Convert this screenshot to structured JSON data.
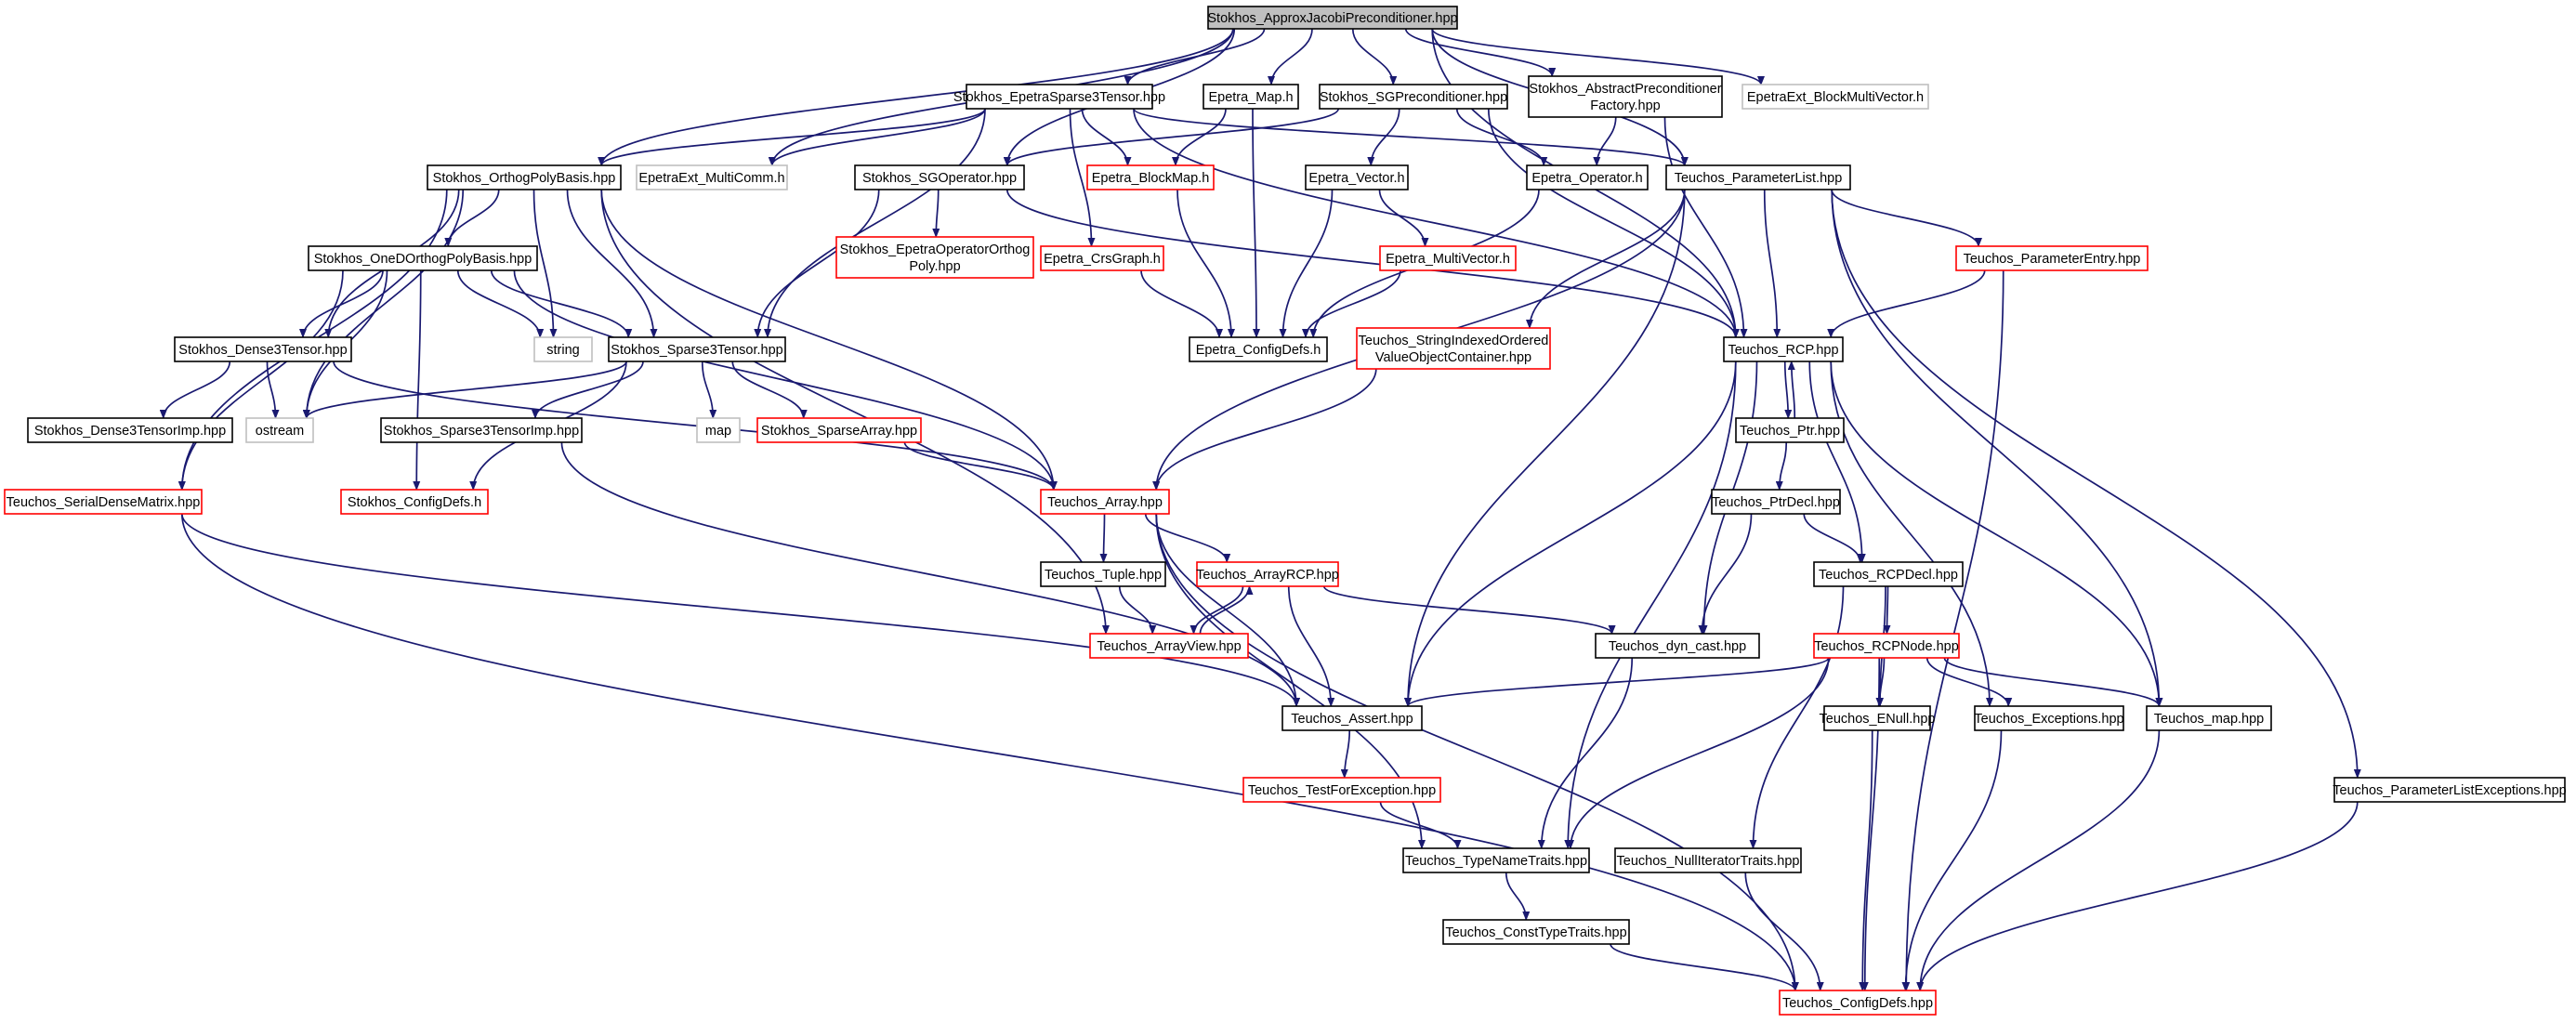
{
  "colors": {
    "edge": "#191970",
    "border_normal": "#000000",
    "border_truncated": "#ff0000",
    "border_external": "#bfbfbf",
    "root_fill": "#bfbfbf"
  },
  "nodes": {
    "root": {
      "lines": [
        "Stokhos_ApproxJacobiPreconditioner.hpp"
      ],
      "kind": "root"
    },
    "epetra_sparse3": {
      "lines": [
        "Stokhos_EpetraSparse3Tensor.hpp"
      ],
      "kind": "normal"
    },
    "epetra_map": {
      "lines": [
        "Epetra_Map.h"
      ],
      "kind": "normal"
    },
    "sg_precond": {
      "lines": [
        "Stokhos_SGPreconditioner.hpp"
      ],
      "kind": "normal"
    },
    "abstract_precond": {
      "lines": [
        "Stokhos_AbstractPreconditioner",
        "Factory.hpp"
      ],
      "kind": "normal"
    },
    "epetraext_blockmv": {
      "lines": [
        "EpetraExt_BlockMultiVector.h"
      ],
      "kind": "external"
    },
    "orthog_basis": {
      "lines": [
        "Stokhos_OrthogPolyBasis.hpp"
      ],
      "kind": "normal"
    },
    "epetraext_multicomm": {
      "lines": [
        "EpetraExt_MultiComm.h"
      ],
      "kind": "external"
    },
    "sg_operator": {
      "lines": [
        "Stokhos_SGOperator.hpp"
      ],
      "kind": "normal"
    },
    "epetra_blockmap": {
      "lines": [
        "Epetra_BlockMap.h"
      ],
      "kind": "truncated"
    },
    "epetra_vector": {
      "lines": [
        "Epetra_Vector.h"
      ],
      "kind": "normal"
    },
    "epetra_operator": {
      "lines": [
        "Epetra_Operator.h"
      ],
      "kind": "normal"
    },
    "param_list": {
      "lines": [
        "Teuchos_ParameterList.hpp"
      ],
      "kind": "normal"
    },
    "oned_basis": {
      "lines": [
        "Stokhos_OneDOrthogPolyBasis.hpp"
      ],
      "kind": "normal"
    },
    "epetra_op_orthog": {
      "lines": [
        "Stokhos_EpetraOperatorOrthog",
        "Poly.hpp"
      ],
      "kind": "truncated"
    },
    "epetra_crsgraph": {
      "lines": [
        "Epetra_CrsGraph.h"
      ],
      "kind": "truncated"
    },
    "epetra_multivector": {
      "lines": [
        "Epetra_MultiVector.h"
      ],
      "kind": "truncated"
    },
    "param_entry": {
      "lines": [
        "Teuchos_ParameterEntry.hpp"
      ],
      "kind": "truncated"
    },
    "dense3tensor": {
      "lines": [
        "Stokhos_Dense3Tensor.hpp"
      ],
      "kind": "normal"
    },
    "string": {
      "lines": [
        "string"
      ],
      "kind": "external"
    },
    "sparse3tensor": {
      "lines": [
        "Stokhos_Sparse3Tensor.hpp"
      ],
      "kind": "normal"
    },
    "epetra_configdefs": {
      "lines": [
        "Epetra_ConfigDefs.h"
      ],
      "kind": "normal"
    },
    "string_indexed": {
      "lines": [
        "Teuchos_StringIndexedOrdered",
        "ValueObjectContainer.hpp"
      ],
      "kind": "truncated"
    },
    "rcp": {
      "lines": [
        "Teuchos_RCP.hpp"
      ],
      "kind": "normal"
    },
    "dense3tensorimp": {
      "lines": [
        "Stokhos_Dense3TensorImp.hpp"
      ],
      "kind": "normal"
    },
    "ostream": {
      "lines": [
        "ostream"
      ],
      "kind": "external"
    },
    "map": {
      "lines": [
        "map"
      ],
      "kind": "external"
    },
    "sparsearray": {
      "lines": [
        "Stokhos_SparseArray.hpp"
      ],
      "kind": "truncated"
    },
    "sparse3tensorimp": {
      "lines": [
        "Stokhos_Sparse3TensorImp.hpp"
      ],
      "kind": "normal"
    },
    "ptr": {
      "lines": [
        "Teuchos_Ptr.hpp"
      ],
      "kind": "normal"
    },
    "serial_dense": {
      "lines": [
        "Teuchos_SerialDenseMatrix.hpp"
      ],
      "kind": "truncated"
    },
    "stokhos_configdefs": {
      "lines": [
        "Stokhos_ConfigDefs.h"
      ],
      "kind": "truncated"
    },
    "array": {
      "lines": [
        "Teuchos_Array.hpp"
      ],
      "kind": "truncated"
    },
    "ptrdecl": {
      "lines": [
        "Teuchos_PtrDecl.hpp"
      ],
      "kind": "normal"
    },
    "tuple": {
      "lines": [
        "Teuchos_Tuple.hpp"
      ],
      "kind": "normal"
    },
    "arrayrcp": {
      "lines": [
        "Teuchos_ArrayRCP.hpp"
      ],
      "kind": "truncated"
    },
    "rcpdecl": {
      "lines": [
        "Teuchos_RCPDecl.hpp"
      ],
      "kind": "normal"
    },
    "arrayview": {
      "lines": [
        "Teuchos_ArrayView.hpp"
      ],
      "kind": "truncated"
    },
    "dyn_cast": {
      "lines": [
        "Teuchos_dyn_cast.hpp"
      ],
      "kind": "normal"
    },
    "rcpnode": {
      "lines": [
        "Teuchos_RCPNode.hpp"
      ],
      "kind": "truncated"
    },
    "assert": {
      "lines": [
        "Teuchos_Assert.hpp"
      ],
      "kind": "normal"
    },
    "enull": {
      "lines": [
        "Teuchos_ENull.hpp"
      ],
      "kind": "normal"
    },
    "exceptions": {
      "lines": [
        "Teuchos_Exceptions.hpp"
      ],
      "kind": "normal"
    },
    "tmap": {
      "lines": [
        "Teuchos_map.hpp"
      ],
      "kind": "normal"
    },
    "testforexc": {
      "lines": [
        "Teuchos_TestForException.hpp"
      ],
      "kind": "truncated"
    },
    "plist_exc": {
      "lines": [
        "Teuchos_ParameterListExceptions.hpp"
      ],
      "kind": "normal"
    },
    "typename": {
      "lines": [
        "Teuchos_TypeNameTraits.hpp"
      ],
      "kind": "normal"
    },
    "nulliter": {
      "lines": [
        "Teuchos_NullIteratorTraits.hpp"
      ],
      "kind": "normal"
    },
    "consttype": {
      "lines": [
        "Teuchos_ConstTypeTraits.hpp"
      ],
      "kind": "normal"
    },
    "teuchos_configdefs": {
      "lines": [
        "Teuchos_ConfigDefs.hpp"
      ],
      "kind": "truncated"
    }
  },
  "edges": [
    [
      "root",
      "orthog_basis"
    ],
    [
      "root",
      "epetraext_multicomm"
    ],
    [
      "root",
      "sg_operator"
    ],
    [
      "root",
      "epetra_sparse3"
    ],
    [
      "root",
      "epetra_map"
    ],
    [
      "root",
      "sg_precond"
    ],
    [
      "root",
      "abstract_precond"
    ],
    [
      "root",
      "param_list"
    ],
    [
      "root",
      "rcp"
    ],
    [
      "root",
      "epetraext_blockmv"
    ],
    [
      "epetra_sparse3",
      "orthog_basis"
    ],
    [
      "epetra_sparse3",
      "epetraext_multicomm"
    ],
    [
      "epetra_sparse3",
      "sparse3tensor"
    ],
    [
      "epetra_sparse3",
      "epetra_blockmap"
    ],
    [
      "epetra_sparse3",
      "epetra_crsgraph"
    ],
    [
      "epetra_sparse3",
      "param_list"
    ],
    [
      "epetra_sparse3",
      "rcp"
    ],
    [
      "epetra_map",
      "epetra_blockmap"
    ],
    [
      "epetra_map",
      "epetra_configdefs"
    ],
    [
      "sg_precond",
      "sg_operator"
    ],
    [
      "sg_precond",
      "epetra_vector"
    ],
    [
      "sg_precond",
      "epetra_operator"
    ],
    [
      "sg_precond",
      "rcp"
    ],
    [
      "abstract_precond",
      "epetra_operator"
    ],
    [
      "abstract_precond",
      "rcp"
    ],
    [
      "orthog_basis",
      "oned_basis"
    ],
    [
      "orthog_basis",
      "dense3tensor"
    ],
    [
      "orthog_basis",
      "sparse3tensor"
    ],
    [
      "orthog_basis",
      "string"
    ],
    [
      "orthog_basis",
      "ostream"
    ],
    [
      "orthog_basis",
      "serial_dense"
    ],
    [
      "orthog_basis",
      "array"
    ],
    [
      "orthog_basis",
      "arrayview"
    ],
    [
      "sg_operator",
      "epetra_op_orthog"
    ],
    [
      "sg_operator",
      "sparse3tensor"
    ],
    [
      "sg_operator",
      "rcp"
    ],
    [
      "epetra_blockmap",
      "epetra_configdefs"
    ],
    [
      "epetra_crsgraph",
      "epetra_configdefs"
    ],
    [
      "epetra_vector",
      "epetra_multivector"
    ],
    [
      "epetra_vector",
      "epetra_configdefs"
    ],
    [
      "epetra_multivector",
      "epetra_configdefs"
    ],
    [
      "epetra_operator",
      "epetra_configdefs"
    ],
    [
      "param_list",
      "param_entry"
    ],
    [
      "param_list",
      "string_indexed"
    ],
    [
      "param_list",
      "rcp"
    ],
    [
      "param_list",
      "array"
    ],
    [
      "param_list",
      "assert"
    ],
    [
      "param_list",
      "tmap"
    ],
    [
      "param_list",
      "plist_exc"
    ],
    [
      "oned_basis",
      "dense3tensor"
    ],
    [
      "oned_basis",
      "sparse3tensor"
    ],
    [
      "oned_basis",
      "string"
    ],
    [
      "oned_basis",
      "ostream"
    ],
    [
      "oned_basis",
      "serial_dense"
    ],
    [
      "oned_basis",
      "stokhos_configdefs"
    ],
    [
      "oned_basis",
      "array"
    ],
    [
      "dense3tensor",
      "dense3tensorimp"
    ],
    [
      "dense3tensor",
      "ostream"
    ],
    [
      "dense3tensor",
      "array"
    ],
    [
      "sparse3tensor",
      "ostream"
    ],
    [
      "sparse3tensor",
      "map"
    ],
    [
      "sparse3tensor",
      "sparsearray"
    ],
    [
      "sparse3tensor",
      "sparse3tensorimp"
    ],
    [
      "sparse3tensor",
      "stokhos_configdefs"
    ],
    [
      "sparse3tensorimp",
      "assert"
    ],
    [
      "sparsearray",
      "array"
    ],
    [
      "param_entry",
      "rcp"
    ],
    [
      "param_entry",
      "teuchos_configdefs"
    ],
    [
      "string_indexed",
      "array"
    ],
    [
      "rcp",
      "ptr"
    ],
    [
      "rcp",
      "rcpdecl"
    ],
    [
      "rcp",
      "dyn_cast"
    ],
    [
      "rcp",
      "assert"
    ],
    [
      "rcp",
      "exceptions"
    ],
    [
      "rcp",
      "tmap"
    ],
    [
      "rcp",
      "typename"
    ],
    [
      "ptr",
      "rcp"
    ],
    [
      "ptr",
      "ptrdecl"
    ],
    [
      "ptrdecl",
      "rcpdecl"
    ],
    [
      "ptrdecl",
      "dyn_cast"
    ],
    [
      "rcpdecl",
      "rcpnode"
    ],
    [
      "rcpdecl",
      "enull"
    ],
    [
      "rcpdecl",
      "nulliter"
    ],
    [
      "serial_dense",
      "assert"
    ],
    [
      "serial_dense",
      "teuchos_configdefs"
    ],
    [
      "array",
      "tuple"
    ],
    [
      "array",
      "arrayrcp"
    ],
    [
      "array",
      "assert"
    ],
    [
      "array",
      "typename"
    ],
    [
      "array",
      "teuchos_configdefs"
    ],
    [
      "tuple",
      "arrayview"
    ],
    [
      "arrayrcp",
      "arrayview"
    ],
    [
      "arrayview",
      "arrayrcp"
    ],
    [
      "arrayrcp",
      "assert"
    ],
    [
      "arrayrcp",
      "dyn_cast"
    ],
    [
      "dyn_cast",
      "typename"
    ],
    [
      "rcpnode",
      "assert"
    ],
    [
      "rcpnode",
      "enull"
    ],
    [
      "rcpnode",
      "exceptions"
    ],
    [
      "rcpnode",
      "tmap"
    ],
    [
      "rcpnode",
      "typename"
    ],
    [
      "rcpnode",
      "teuchos_configdefs"
    ],
    [
      "assert",
      "testforexc"
    ],
    [
      "testforexc",
      "typename"
    ],
    [
      "typename",
      "consttype"
    ],
    [
      "consttype",
      "teuchos_configdefs"
    ],
    [
      "nulliter",
      "teuchos_configdefs"
    ],
    [
      "enull",
      "teuchos_configdefs"
    ],
    [
      "exceptions",
      "teuchos_configdefs"
    ],
    [
      "tmap",
      "teuchos_configdefs"
    ],
    [
      "plist_exc",
      "teuchos_configdefs"
    ]
  ]
}
